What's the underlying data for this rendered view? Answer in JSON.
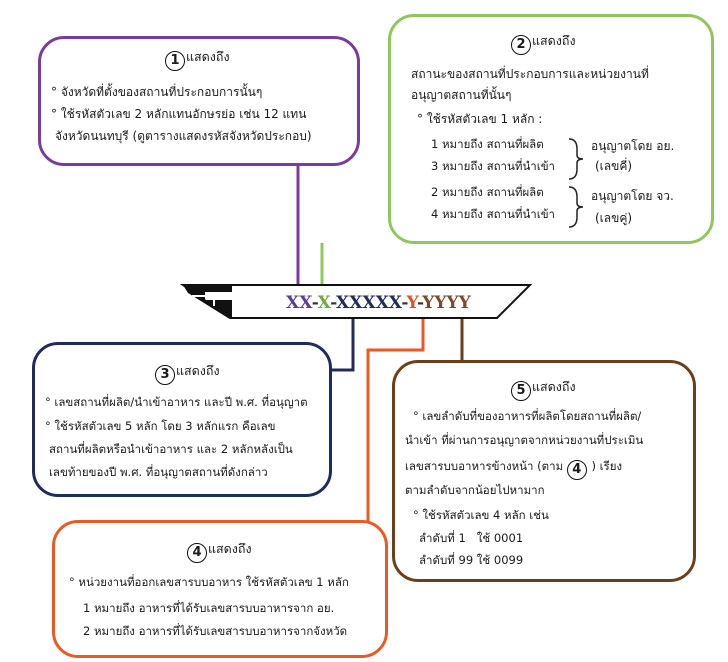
{
  "colors": {
    "box1": "#7a3c9c",
    "box2": "#8fc85a",
    "box3": "#1f2d5c",
    "box4": "#ec5a24",
    "box5": "#6b3f1a",
    "code_xx": "#5b3f8f",
    "code_x": "#6aad3a",
    "code_xxxxx": "#1f2d5c",
    "code_y": "#e05020",
    "code_yyyy": "#7a4a2a",
    "dash": "#333333"
  },
  "code": {
    "part1": "XX",
    "part2": "X",
    "part3": "XXXXX",
    "part4": "Y",
    "part5": "YYYY",
    "sep": "-"
  },
  "box1": {
    "num": "1",
    "title": "แสดงถึง",
    "lines": [
      "° จังหวัดที่ตั้งของสถานที่ประกอบการนั้นๆ",
      "° ใช้รหัสตัวเลข 2 หลักแทนอักษรย่อ เช่น 12 แทน",
      "จังหวัดนนทบุรี (ดูตารางแสดงรหัสจังหวัดประกอบ)"
    ]
  },
  "box2": {
    "num": "2",
    "title": "แสดงถึง",
    "lines": [
      "สถานะของสถานที่ประกอบการและหน่วยงานที่",
      "อนุญาตสถานที่นั้นๆ",
      "° ใช้รหัสตัวเลข 1 หลัก :"
    ],
    "items": [
      "1 หมายถึง สถานที่ผลิต",
      "3 หมายถึง สถานที่นำเข้า",
      "2 หมายถึง สถานที่ผลิต",
      "4 หมายถึง สถานที่นำเข้า"
    ],
    "group1_a": "อนุญาตโดย อย.",
    "group1_b": "(เลขคี่)",
    "group2_a": "อนุญาตโดย จว.",
    "group2_b": "(เลขคู่)"
  },
  "box3": {
    "num": "3",
    "title": "แสดงถึง",
    "lines": [
      "° เลขสถานที่ผลิต/นำเข้าอาหาร และปี พ.ศ. ที่อนุญาต",
      "° ใช้รหัสตัวเลข 5 หลัก โดย 3 หลักแรก คือเลข",
      "สถานที่ผลิตหรือนำเข้าอาหาร และ 2 หลักหลังเป็น",
      "เลขท้ายของปี พ.ศ. ที่อนุญาตสถานที่ดังกล่าว"
    ]
  },
  "box4": {
    "num": "4",
    "title": "แสดงถึง",
    "lines": [
      "° หน่วยงานที่ออกเลขสารบบอาหาร ใช้รหัสตัวเลข 1 หลัก",
      "1 หมายถึง อาหารที่ได้รับเลขสารบบอาหารจาก อย.",
      "2 หมายถึง อาหารที่ได้รับเลขสารบบอาหารจากจังหวัด"
    ]
  },
  "box5": {
    "num": "5",
    "title": "แสดงถึง",
    "line1": "° เลขลำดับที่ของอาหารที่ผลิตโดยสถานที่ผลิต/",
    "line2": "นำเข้า ที่ผ่านการอนุญาตจากหน่วยงานที่ประเมิน",
    "line3_a": "เลขสารบบอาหารข้างหน้า (ตาม",
    "line3_num": "4",
    "line3_b": ") เรียง",
    "line4": "ตามลำดับจากน้อยไปหามาก",
    "line5": "° ใช้รหัสตัวเลข 4 หลัก เช่น",
    "line6": "ลำดับที่ 1   ใช้ 0001",
    "line7": "ลำดับที่ 99 ใช้ 0099"
  }
}
